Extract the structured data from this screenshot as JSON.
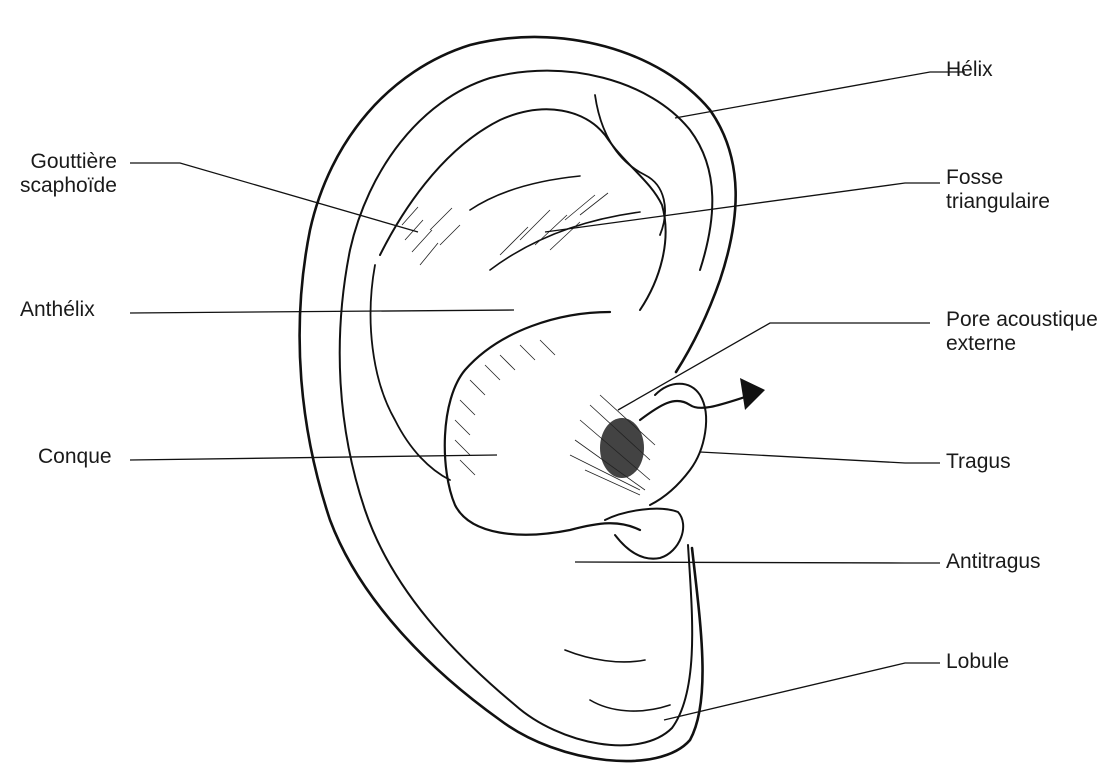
{
  "labels": {
    "helix": "Hélix",
    "gouttiere_line1": "Gouttière",
    "gouttiere_line2": "scaphoïde",
    "fosse_line1": "Fosse",
    "fosse_line2": "triangulaire",
    "anthelix": "Anthélix",
    "pore_line1": "Pore acoustique",
    "pore_line2": "externe",
    "conque": "Conque",
    "tragus": "Tragus",
    "antitragus": "Antitragus",
    "lobule": "Lobule"
  }
}
